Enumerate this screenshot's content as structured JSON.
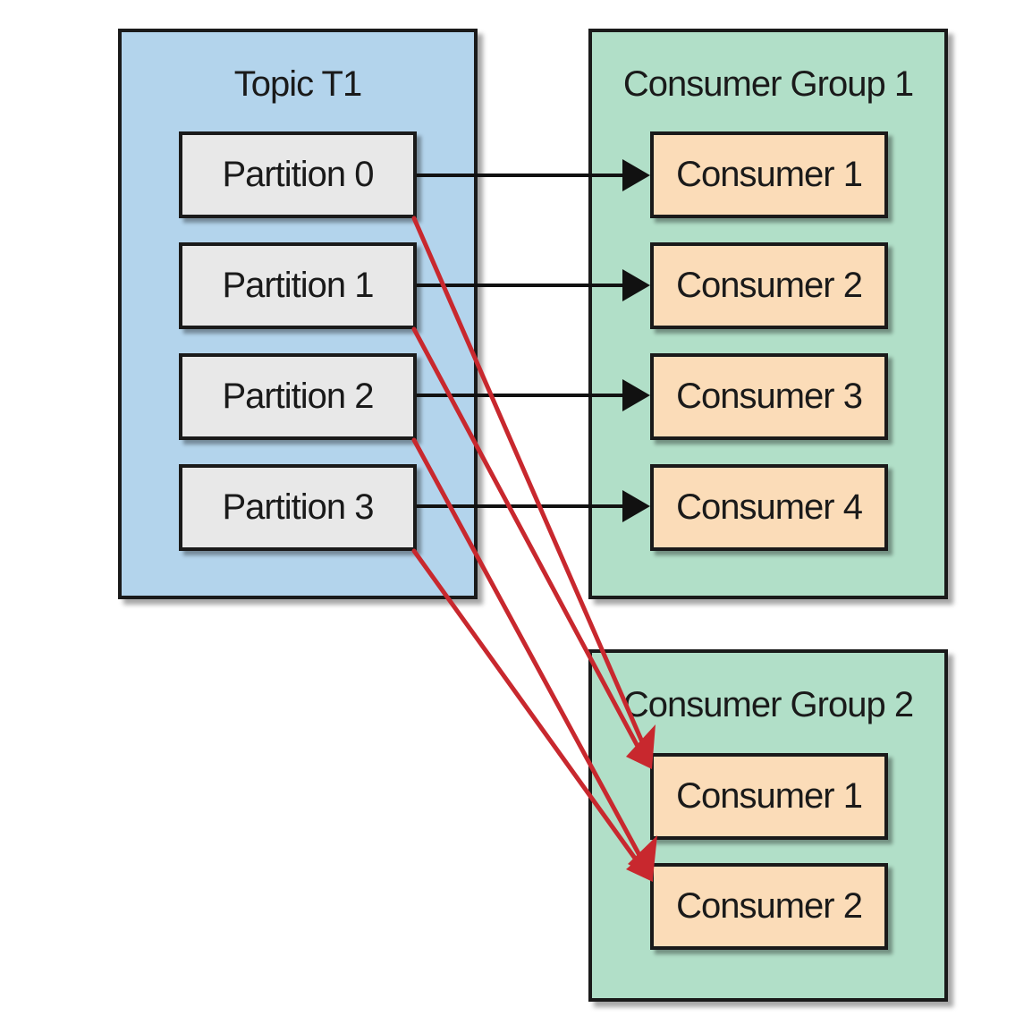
{
  "topic": {
    "title": "Topic T1",
    "fill": "#b3d4ec",
    "partitions": [
      "Partition 0",
      "Partition 1",
      "Partition 2",
      "Partition 3"
    ],
    "partition_fill": "#e8e8e8"
  },
  "group1": {
    "title": "Consumer Group 1",
    "fill": "#b1dfc8",
    "consumers": [
      "Consumer 1",
      "Consumer 2",
      "Consumer 3",
      "Consumer 4"
    ]
  },
  "group2": {
    "title": "Consumer Group 2",
    "fill": "#b1dfc8",
    "consumers": [
      "Consumer 1",
      "Consumer 2"
    ]
  },
  "consumer_fill": "#fbdcb8",
  "colors": {
    "group1_arrow": "#111111",
    "group2_arrow": "#c8282e"
  },
  "edges_group1": [
    {
      "from": "Partition 0",
      "to": "Consumer 1"
    },
    {
      "from": "Partition 1",
      "to": "Consumer 2"
    },
    {
      "from": "Partition 2",
      "to": "Consumer 3"
    },
    {
      "from": "Partition 3",
      "to": "Consumer 4"
    }
  ],
  "edges_group2": [
    {
      "from": "Partition 0",
      "to": "Consumer 1"
    },
    {
      "from": "Partition 1",
      "to": "Consumer 1"
    },
    {
      "from": "Partition 2",
      "to": "Consumer 2"
    },
    {
      "from": "Partition 3",
      "to": "Consumer 2"
    }
  ]
}
